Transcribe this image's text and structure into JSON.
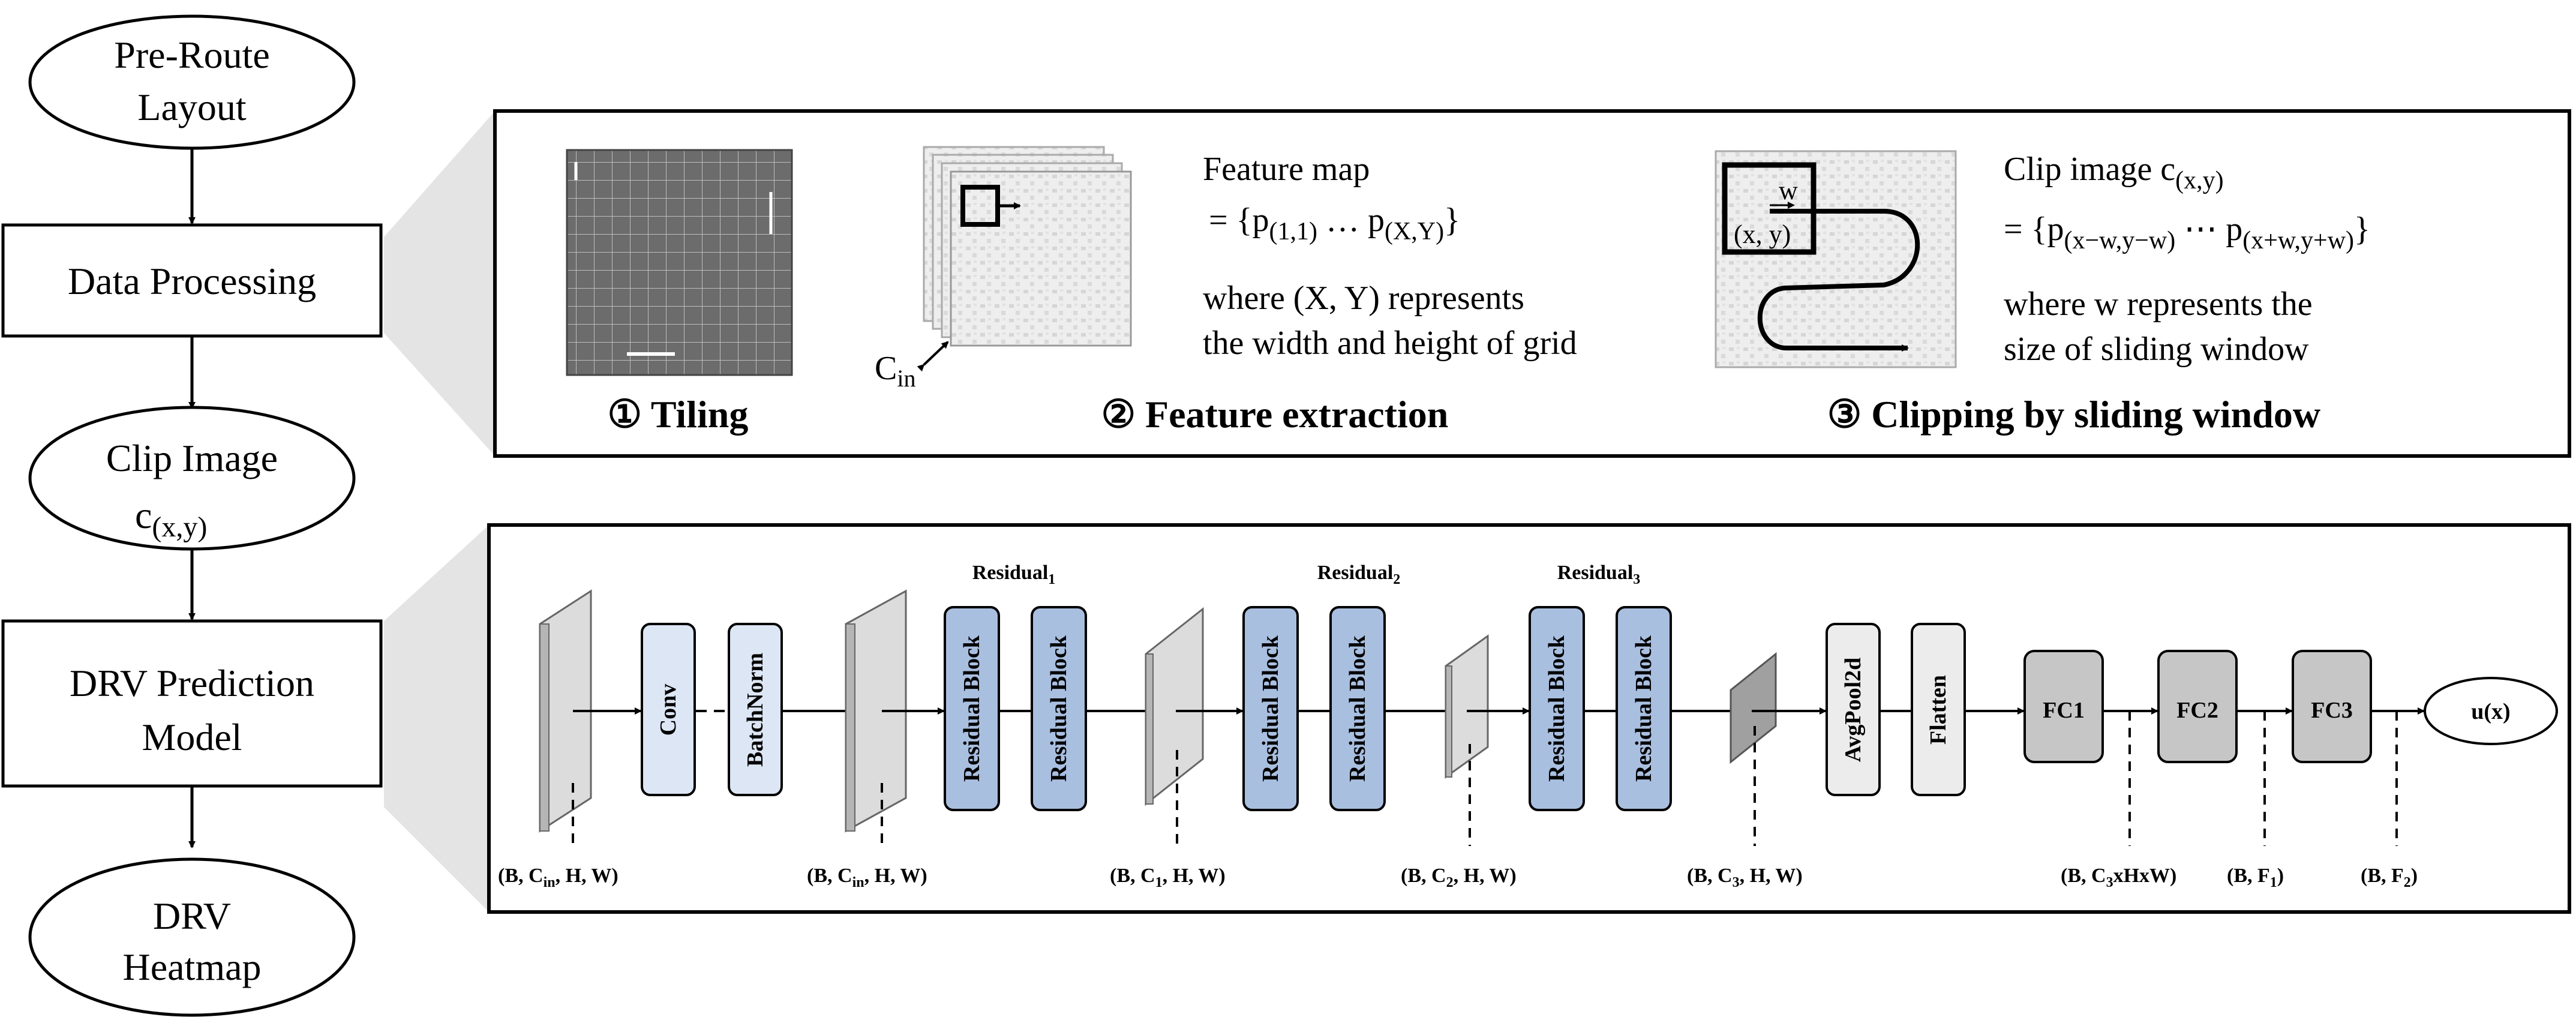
{
  "flow": {
    "pre_route": [
      "Pre-Route",
      "Layout"
    ],
    "data_processing": "Data Processing",
    "clip_image": [
      "Clip Image",
      "c",
      "(x,y)"
    ],
    "drv_model": [
      "DRV Prediction",
      "Model"
    ],
    "drv_heatmap": [
      "DRV",
      "Heatmap"
    ]
  },
  "processing": {
    "step1": "① Tiling",
    "step2": "② Feature extraction",
    "step3": "③ Clipping by sliding window",
    "feature_map_title": "Feature map",
    "feature_map_eq": "= {p",
    "feature_map_sub1": "(1,1)",
    "feature_map_mid": " … p",
    "feature_map_sub2": "(X,Y)",
    "feature_map_close": "}",
    "feature_desc1": "where (X, Y) represents",
    "feature_desc2": "the width and height of grid",
    "cin_main": "C",
    "cin_sub": "in",
    "clip_title": "Clip image c",
    "clip_title_sub": "(x,y)",
    "clip_eq": "= {p",
    "clip_sub1": "(x−w,y−w)",
    "clip_mid": " ⋯ p",
    "clip_sub2": "(x+w,y+w)",
    "clip_close": "}",
    "clip_desc1": "where w represents the",
    "clip_desc2": "size of sliding window",
    "window_w": "w",
    "window_xy": "(x, y)"
  },
  "model": {
    "conv": "Conv",
    "batchnorm": "BatchNorm",
    "residual_block": "Residual Block",
    "residual_label": "Residual",
    "residual_subs": [
      "1",
      "2",
      "3"
    ],
    "avgpool": "AvgPool2d",
    "flatten": "Flatten",
    "fc1": "FC1",
    "fc2": "FC2",
    "fc3": "FC3",
    "output": "u(x)",
    "shapes": {
      "s1": {
        "pre": "(B, C",
        "sub": "in",
        "post": ", H, W)"
      },
      "s2": {
        "pre": "(B, C",
        "sub": "in",
        "post": ", H, W)"
      },
      "s3": {
        "pre": "(B, C",
        "sub": "1",
        "post": ", H, W)"
      },
      "s4": {
        "pre": "(B, C",
        "sub": "2",
        "post": ", H, W)"
      },
      "s5": {
        "pre": "(B, C",
        "sub": "3",
        "post": ", H, W)"
      },
      "s6": {
        "pre": "(B, C",
        "sub": "3",
        "post": "xHxW)"
      },
      "s7": {
        "pre": "(B, F",
        "sub": "1",
        "post": ")"
      },
      "s8": {
        "pre": "(B, F",
        "sub": "2",
        "post": ")"
      }
    }
  },
  "colors": {
    "residual_fill": "#a9bfe0",
    "conv_fill": "#dde6f4",
    "fc_fill": "#c6c6c6",
    "plain_fill": "#ececec",
    "panel_shade": "#e4e4e4"
  }
}
